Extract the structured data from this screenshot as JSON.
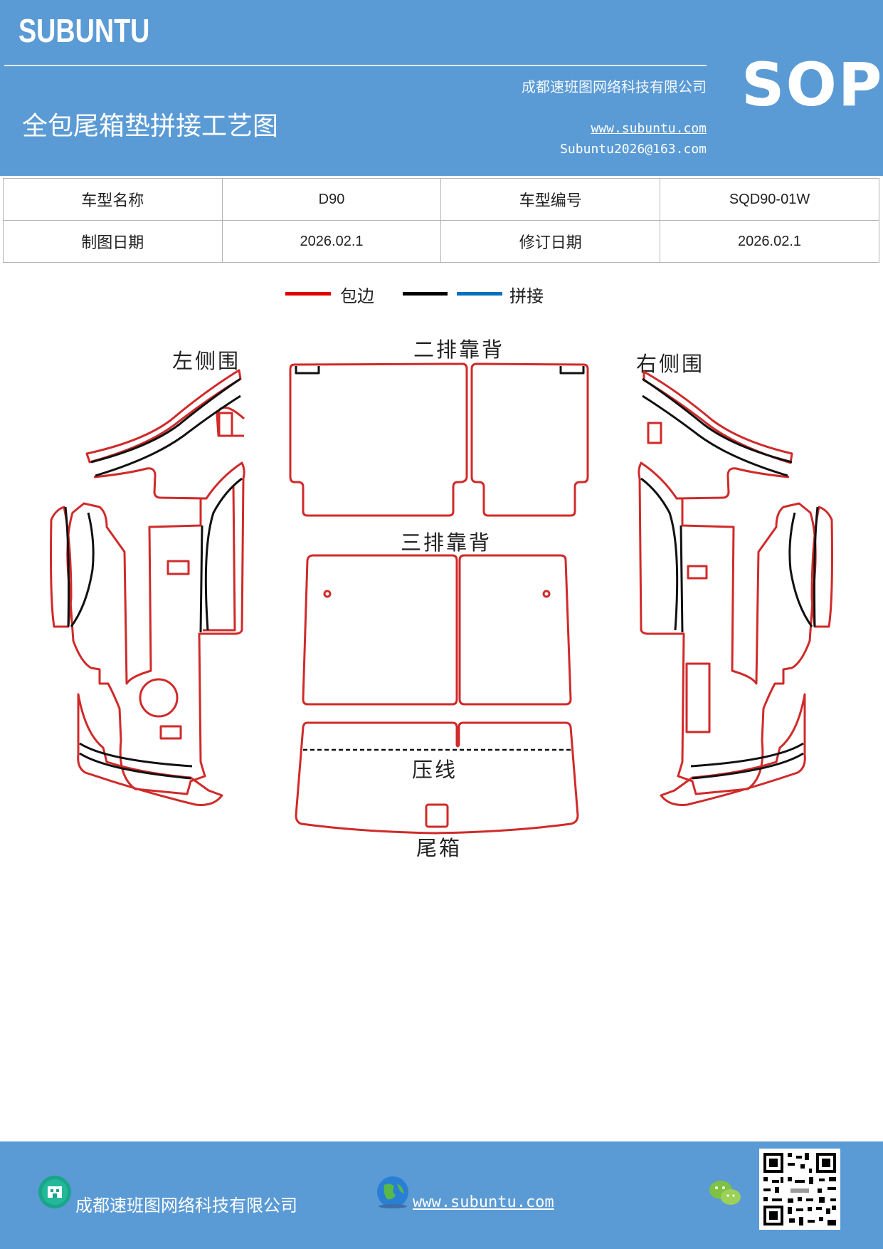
{
  "header": {
    "logo": "SUBUNTU",
    "company": "成都速班图网络科技有限公司",
    "title": "全包尾箱垫拼接工艺图",
    "website": "www.subuntu.com",
    "email": "Subuntu2026@163.com",
    "badge": "SOP"
  },
  "info": {
    "model_name_label": "车型名称",
    "model_name_value": "D90",
    "model_code_label": "车型编号",
    "model_code_value": "SQD90-01W",
    "draw_date_label": "制图日期",
    "draw_date_value": "2026.02.1",
    "revise_date_label": "修订日期",
    "revise_date_value": "2026.02.1"
  },
  "legend": {
    "edge_label": "包边",
    "seam_label": "拼接",
    "colors": {
      "edge": "#e00000",
      "black": "#000000",
      "seam": "#0070c0"
    }
  },
  "parts": {
    "left_side": "左侧围",
    "second_row": "二排靠背",
    "right_side": "右侧围",
    "third_row": "三排靠背",
    "press_line": "压线",
    "trunk": "尾箱"
  },
  "footer": {
    "company": "成都速班图网络科技有限公司",
    "website": "www.subuntu.com"
  },
  "colors": {
    "header_bg": "#5b9bd5",
    "outline_red": "#d02a2a",
    "outline_black": "#111111"
  }
}
